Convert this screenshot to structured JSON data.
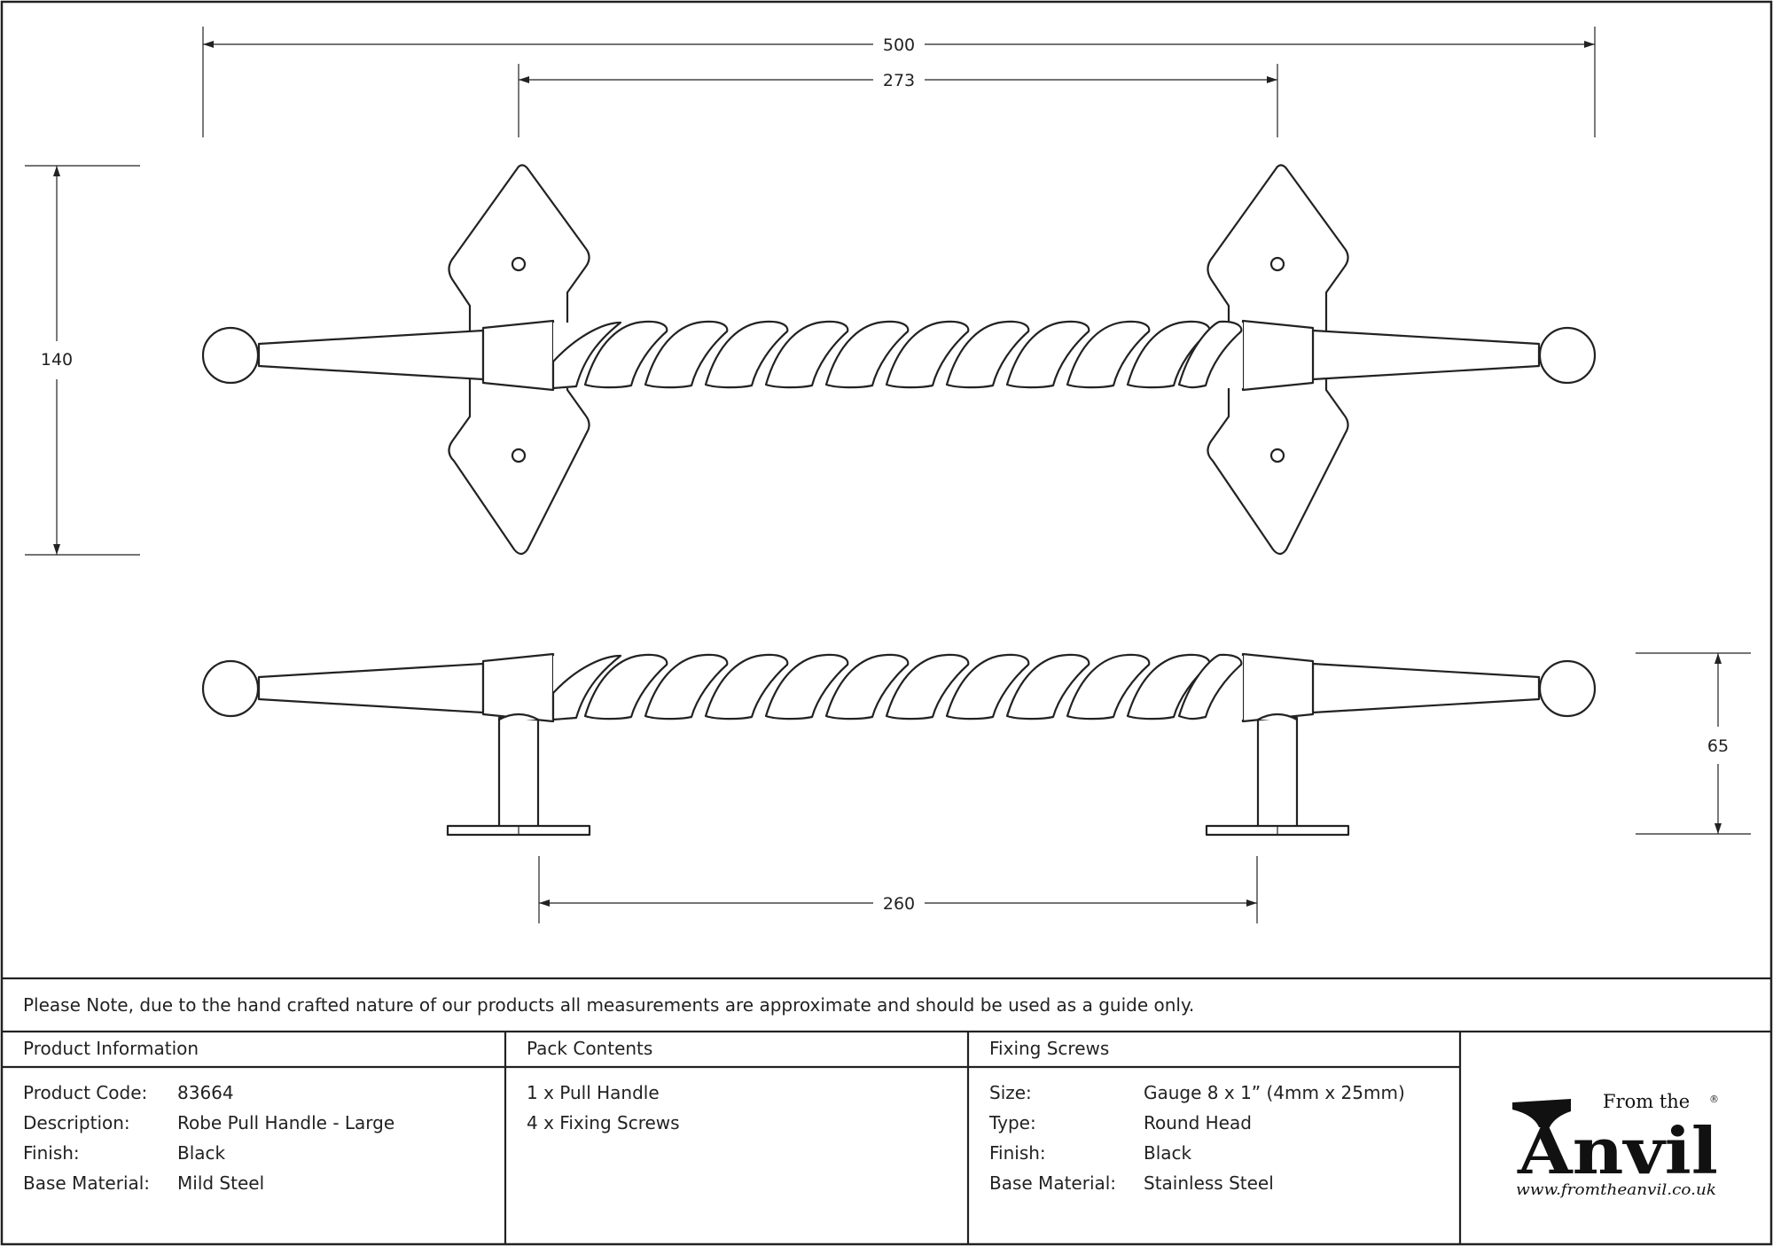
{
  "dimensions": {
    "overall_length": "500",
    "fixing_centres_top": "273",
    "plate_height": "140",
    "projection": "65",
    "fixing_centres_side": "260"
  },
  "note": "Please Note, due to the hand crafted nature of our products all measurements are approximate and should be used as a guide only.",
  "product_information": {
    "title": "Product Information",
    "rows": [
      {
        "label": "Product Code:",
        "value": "83664"
      },
      {
        "label": "Description:",
        "value": "Robe Pull Handle - Large"
      },
      {
        "label": "Finish:",
        "value": "Black"
      },
      {
        "label": "Base Material:",
        "value": "Mild Steel"
      }
    ]
  },
  "pack_contents": {
    "title": "Pack Contents",
    "items": [
      "1 x Pull Handle",
      "4 x Fixing Screws"
    ]
  },
  "fixing_screws": {
    "title": "Fixing Screws",
    "rows": [
      {
        "label": "Size:",
        "value": "Gauge 8 x 1” (4mm x 25mm)"
      },
      {
        "label": "Type:",
        "value": "Round Head"
      },
      {
        "label": "Finish:",
        "value": "Black"
      },
      {
        "label": "Base Material:",
        "value": "Stainless Steel"
      }
    ]
  },
  "logo": {
    "from_the": "From the",
    "anvil": "Anvil",
    "registered": "®",
    "url": "www.fromtheanvil.co.uk"
  }
}
